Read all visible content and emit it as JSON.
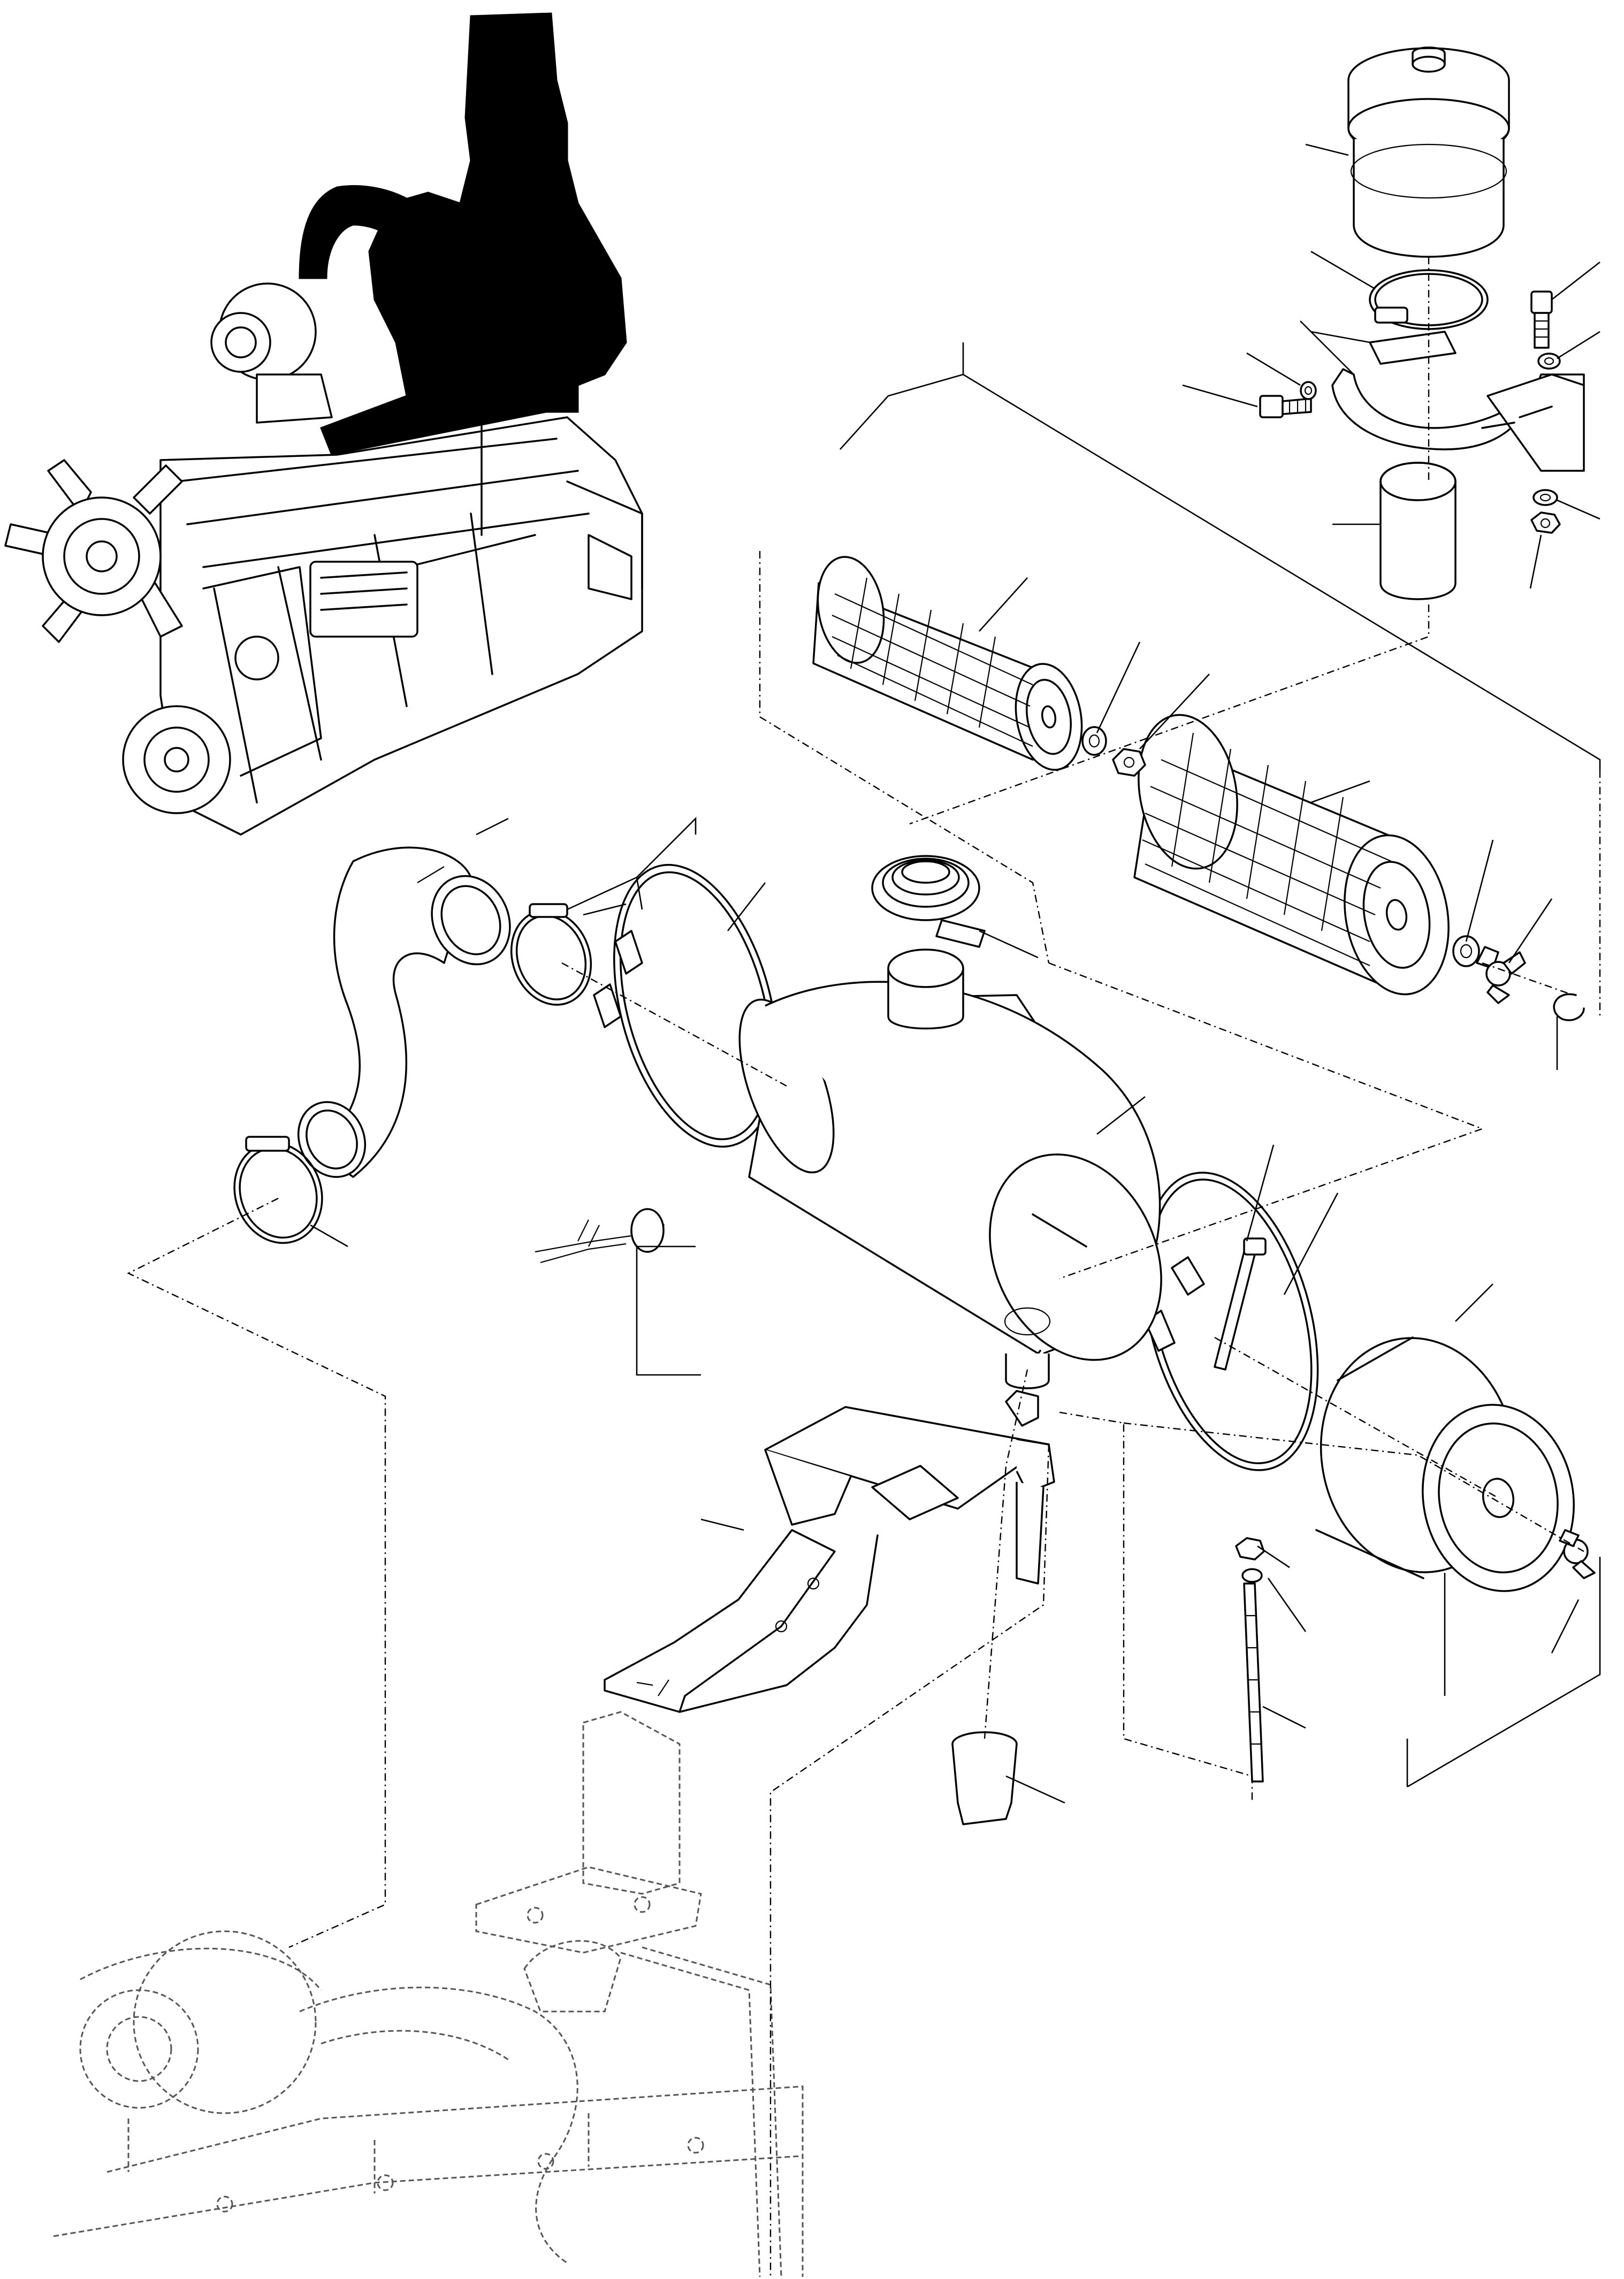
{
  "figure": {
    "type": "exploded-parts-diagram",
    "labels": [],
    "parts": [
      {
        "id": "engine-overview",
        "icon": "engine-icon"
      },
      {
        "id": "pre-cleaner-cap",
        "icon": "pre-cleaner-icon"
      },
      {
        "id": "pre-cleaner-clamp",
        "icon": "clamp-icon"
      },
      {
        "id": "mounting-bracket",
        "icon": "bracket-icon"
      },
      {
        "id": "bolt",
        "icon": "bolt-icon"
      },
      {
        "id": "washer",
        "icon": "washer-icon"
      },
      {
        "id": "nut",
        "icon": "nut-icon"
      },
      {
        "id": "adapter-sleeve",
        "icon": "sleeve-icon"
      },
      {
        "id": "inner-safety-filter",
        "icon": "filter-icon"
      },
      {
        "id": "outer-main-filter",
        "icon": "filter-icon"
      },
      {
        "id": "wing-nut",
        "icon": "wing-nut-icon"
      },
      {
        "id": "retaining-ring",
        "icon": "ring-icon"
      },
      {
        "id": "intake-hose",
        "icon": "hose-icon"
      },
      {
        "id": "hose-clamp",
        "icon": "clamp-icon"
      },
      {
        "id": "band-clamp",
        "icon": "band-clamp-icon"
      },
      {
        "id": "air-cleaner-housing",
        "icon": "housing-icon"
      },
      {
        "id": "restriction-indicator",
        "icon": "sensor-icon"
      },
      {
        "id": "inlet-bellows",
        "icon": "bellows-icon"
      },
      {
        "id": "end-cover",
        "icon": "cover-icon"
      },
      {
        "id": "support-frame",
        "icon": "frame-icon"
      },
      {
        "id": "stud-bolt",
        "icon": "stud-icon"
      },
      {
        "id": "dust-valve",
        "icon": "valve-icon"
      },
      {
        "id": "engine-bracket",
        "icon": "bracket-icon"
      },
      {
        "id": "turbocharger-section",
        "icon": "turbo-icon"
      }
    ]
  }
}
